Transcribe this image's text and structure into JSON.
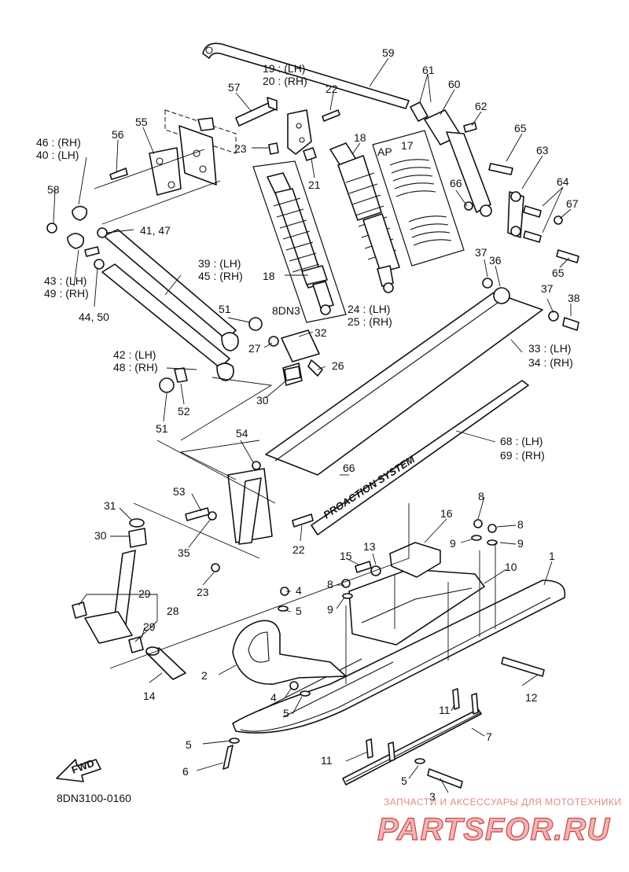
{
  "diagram": {
    "code": "8DN3100-0160",
    "fwd_label": "FWD",
    "ap_label": "AP",
    "model_label": "8DN3",
    "decal_text": "PROACTION SYSTEM",
    "labels": {
      "l1": "1",
      "l2": "2",
      "l3": "3",
      "l4a": "4",
      "l4b": "4",
      "l5a": "5",
      "l5b": "5",
      "l5c": "5",
      "l5d": "5",
      "l6": "6",
      "l7": "7",
      "l8a": "8",
      "l8b": "8",
      "l8c": "8",
      "l9a": "9",
      "l9b": "9",
      "l9c": "9",
      "l10": "10",
      "l11a": "11",
      "l11b": "11",
      "l12": "12",
      "l13": "13",
      "l14": "14",
      "l15": "15",
      "l16": "16",
      "l17": "17",
      "l18a": "18",
      "l18b": "18",
      "l19": "19 : (LH)",
      "l20": "20 : (RH)",
      "l21": "21",
      "l22a": "22",
      "l22b": "22",
      "l23a": "23",
      "l23b": "23",
      "l24": "24 : (LH)",
      "l25": "25 : (RH)",
      "l26": "26",
      "l27": "27",
      "l28": "28",
      "l29a": "29",
      "l29b": "29",
      "l30a": "30",
      "l30b": "30",
      "l31": "31",
      "l32": "32",
      "l33": "33 : (LH)",
      "l34": "34 : (RH)",
      "l35": "35",
      "l36": "36",
      "l37a": "37",
      "l37b": "37",
      "l38": "38",
      "l39": "39 : (LH)",
      "l45": "45 : (RH)",
      "l40": "40 : (LH)",
      "l46": "46 : (RH)",
      "l41": "41, 47",
      "l42": "42 : (LH)",
      "l48": "48 : (RH)",
      "l43": "43 : (LH)",
      "l49": "49 : (RH)",
      "l44": "44, 50",
      "l51a": "51",
      "l51b": "51",
      "l52": "52",
      "l53": "53",
      "l54": "54",
      "l55": "55",
      "l56": "56",
      "l57": "57",
      "l58": "58",
      "l59": "59",
      "l60": "60",
      "l61": "61",
      "l62": "62",
      "l63": "63",
      "l64": "64",
      "l65a": "65",
      "l65b": "65",
      "l66a": "66",
      "l66b": "66",
      "l67": "67",
      "l68": "68 : (LH)",
      "l69": "69 : (RH)"
    }
  },
  "watermark": {
    "tagline": "ЗАПЧАСТИ И АКСЕССУАРЫ ДЛЯ МОТОТЕХНИКИ",
    "brand": "PARTSFOR.RU",
    "brand_color": "#c84a4a"
  }
}
